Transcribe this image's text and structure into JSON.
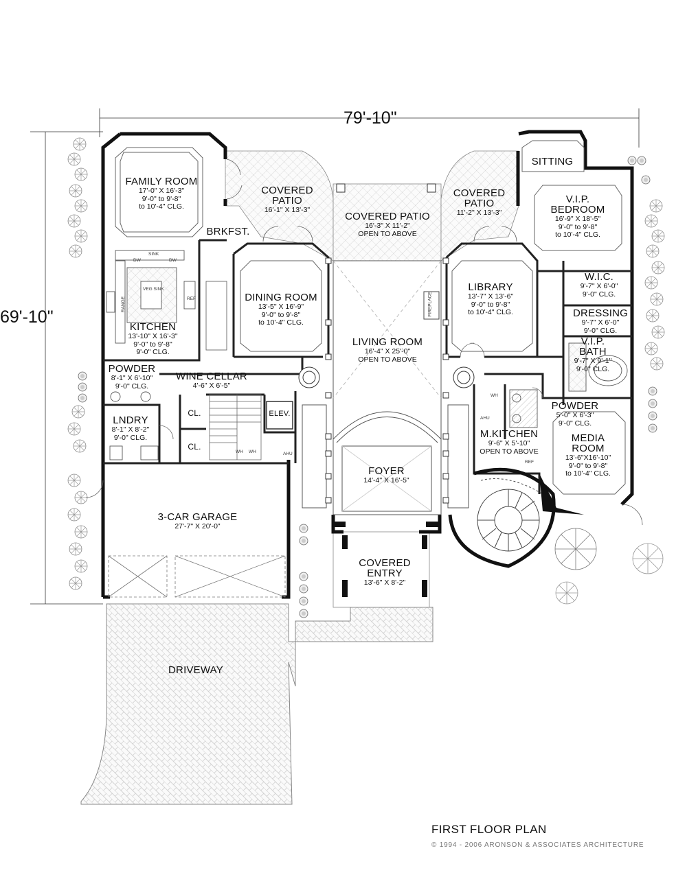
{
  "overall_width": "79'-10\"",
  "overall_depth": "69'-10\"",
  "plan_title": "FIRST FLOOR PLAN",
  "copyright": "© 1994 - 2006 ARONSON & ASSOCIATES ARCHITECTURE",
  "rooms": {
    "family_room": {
      "name": "FAMILY ROOM",
      "dims": [
        "17'-0\" X 16'-3\"",
        "9'-0\" to 9'-8\"",
        "to 10'-4\" CLG."
      ]
    },
    "covered_patio_left": {
      "name": "COVERED",
      "name2": "PATIO",
      "dims": [
        "16'-1\" X 13'-3\""
      ]
    },
    "covered_patio_center": {
      "name": "COVERED PATIO",
      "dims": [
        "16'-3\" X 11'-2\"",
        "OPEN TO ABOVE"
      ]
    },
    "covered_patio_right": {
      "name": "COVERED",
      "name2": "PATIO",
      "dims": [
        "11'-2\" X 13'-3\""
      ]
    },
    "sitting": {
      "name": "SITTING"
    },
    "vip_bedroom": {
      "name": "V.I.P.",
      "name2": "BEDROOM",
      "dims": [
        "16'-9\" X 18'-5\"",
        "9'-0\" to 9'-8\"",
        "to 10'-4\" CLG."
      ]
    },
    "brkfst": {
      "name": "BRKFST."
    },
    "kitchen": {
      "name": "KITCHEN",
      "dims": [
        "13'-10\" X 16'-3\"",
        "9'-0\" to 9'-8\"",
        "9'-0\" CLG."
      ]
    },
    "dining_room": {
      "name": "DINING ROOM",
      "dims": [
        "13'-5\" X 16'-9\"",
        "9'-0\" to 9'-8\"",
        "to 10'-4\" CLG."
      ]
    },
    "living_room": {
      "name": "LIVING ROOM",
      "dims": [
        "16'-4\" X 25'-0\"",
        "OPEN TO ABOVE"
      ]
    },
    "library": {
      "name": "LIBRARY",
      "dims": [
        "13'-7\" X 13'-6\"",
        "9'-0\" to 9'-8\"",
        "to 10'-4\" CLG."
      ]
    },
    "wic": {
      "name": "W.I.C.",
      "dims": [
        "9'-7\" X 6'-0\"",
        "9'-0\" CLG."
      ]
    },
    "dressing": {
      "name": "DRESSING",
      "dims": [
        "9'-7\" X 6'-0\"",
        "9'-0\" CLG."
      ]
    },
    "vip_bath": {
      "name": "V.I.P.",
      "name2": "BATH",
      "dims": [
        "9'-7\" X 9'-1\"",
        "9'-0\" CLG."
      ]
    },
    "powder_left": {
      "name": "POWDER",
      "dims": [
        "8'-1\" X 6'-10\"",
        "9'-0\" CLG."
      ]
    },
    "wine_cellar": {
      "name": "WINE CELLAR",
      "dims": [
        "4'-6\" X 6'-5\""
      ]
    },
    "lndry": {
      "name": "LNDRY",
      "dims": [
        "8'-1\" X 8'-2\"",
        "9'-0\" CLG."
      ]
    },
    "powder_right": {
      "name": "POWDER",
      "dims": [
        "5'-0\" X 6'-3\"",
        "9'-0\" CLG."
      ]
    },
    "m_kitchen": {
      "name": "M.KITCHEN",
      "dims": [
        "9'-6\" X 5'-10\"",
        "OPEN TO ABOVE"
      ]
    },
    "media_room": {
      "name": "MEDIA",
      "name2": "ROOM",
      "dims": [
        "13'-6\"X16'-10\"",
        "9'-0\" to 9'-8\"",
        "to 10'-4\" CLG."
      ]
    },
    "foyer": {
      "name": "FOYER",
      "dims": [
        "14'-4\" X 16'-5\""
      ]
    },
    "garage": {
      "name": "3-CAR GARAGE",
      "dims": [
        "27'-7\" X 20'-0\""
      ]
    },
    "covered_entry": {
      "name": "COVERED",
      "name2": "ENTRY",
      "dims": [
        "13'-6\" X 8'-2\""
      ]
    },
    "driveway": {
      "name": "DRIVEWAY"
    }
  },
  "fixtures": {
    "cl1": "CL.",
    "cl2": "CL.",
    "elev": "ELEV.",
    "ahu1": "AHU",
    "ahu2": "AHU",
    "wh1": "WH",
    "wh2": "WH",
    "wh3": "WH",
    "ref1": "REF",
    "ref2": "REF",
    "range": "RANGE",
    "sink": "SINK",
    "dw1": "DW",
    "dw2": "DW",
    "veg_sink": "VEG SINK",
    "fireplace": "FIREPLACE"
  }
}
